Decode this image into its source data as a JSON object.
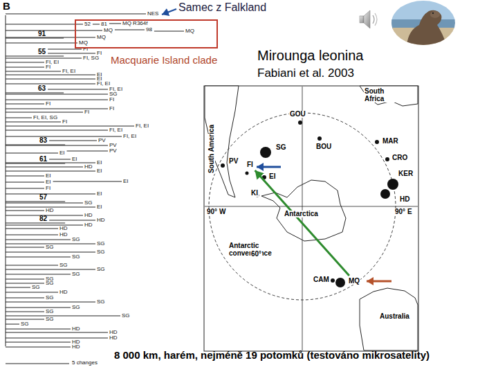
{
  "diagram": {
    "caption": "8 000 km, harém, nejméně 19 potomků (testováno mikrosatelity)",
    "nodes": [
      {
        "text": [
          "Macquarie Island clade"
        ]
      },
      {
        "text": [
          "FI"
        ]
      },
      {
        "text": [
          "MQ"
        ]
      }
    ],
    "edges": [
      {
        "from": 2,
        "to": 1,
        "arrow": "to"
      }
    ],
    "labels": [
      "B",
      "Samec z Falkland",
      "Mirounga leonina",
      "Fabiani et al. 2003",
      "NES",
      "52",
      "81",
      "MQ R364f",
      "MQ",
      "98",
      "MQ",
      "91",
      "MQ",
      "MQ",
      "FI",
      "FI",
      "55",
      "FI, SG",
      "FI, EI",
      "FI",
      "FI, EI",
      "EI",
      "EI",
      "FI, EI",
      "63",
      "FI, EI",
      "SG",
      "FI",
      "FI",
      "FI",
      "FI",
      "FI, EI, SG",
      "FI",
      "FI, EI",
      "FI, EI",
      "FI, EI",
      "83",
      "PV",
      "PV",
      "PV",
      "EI",
      "61",
      "EI",
      "EI",
      "HD",
      "EI",
      "EI",
      "EI",
      "EI",
      "FI",
      "EI",
      "57",
      "SG",
      "EI",
      "HD",
      "HD",
      "82",
      "HD",
      "HD",
      "HD",
      "HD",
      "SG",
      "SG",
      "SG",
      "SG",
      "SG",
      "SG",
      "SG",
      "SG",
      "SG",
      "SG",
      "SG",
      "HD",
      "SG",
      "SG",
      "SG",
      "SG",
      "SG",
      "SG",
      "SG",
      "HD",
      "HD",
      "HD",
      "HD",
      "HD",
      "5 changes",
      "South Africa",
      "GOU",
      "SG",
      "BOU",
      "MAR",
      "CRO",
      "KER",
      "HD",
      "PV",
      "EI",
      "KI",
      "South America",
      "90° W",
      "90° E",
      "Antarctica",
      "Antarctic convergence",
      "60°",
      "CAM",
      "Australia"
    ]
  }
}
